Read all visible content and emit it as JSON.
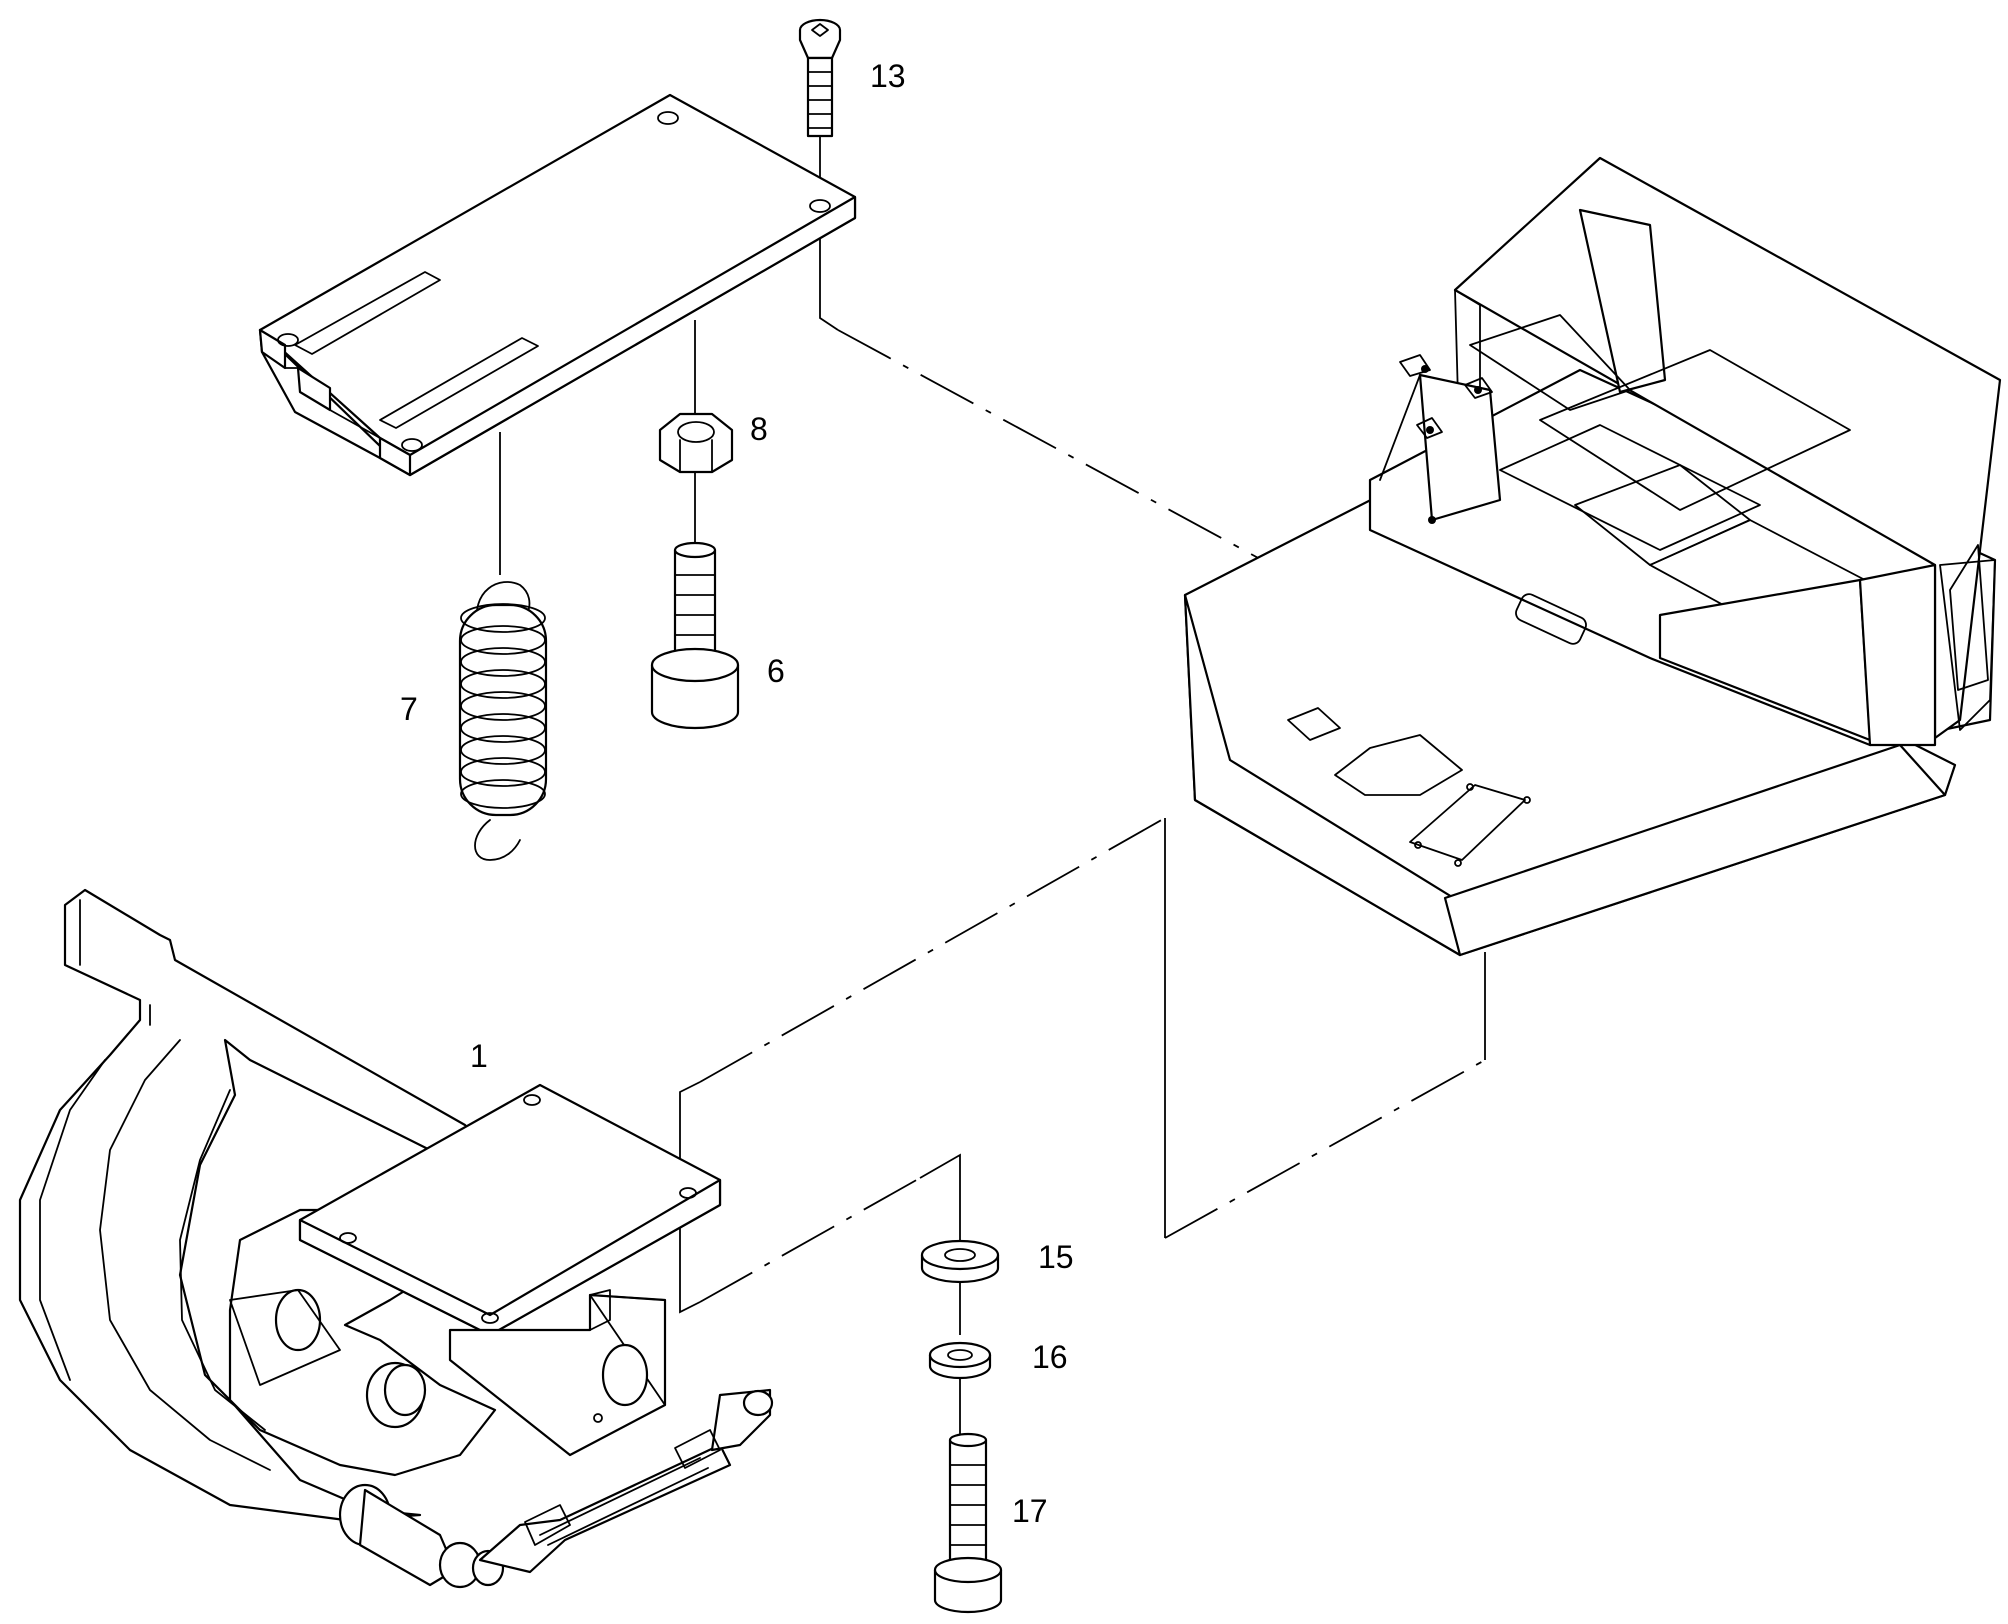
{
  "callouts": {
    "item_1": "1",
    "item_6": "6",
    "item_7": "7",
    "item_8": "8",
    "item_13": "13",
    "item_15": "15",
    "item_16": "16",
    "item_17": "17"
  },
  "colors": {
    "line": "#000000",
    "background": "#ffffff"
  }
}
